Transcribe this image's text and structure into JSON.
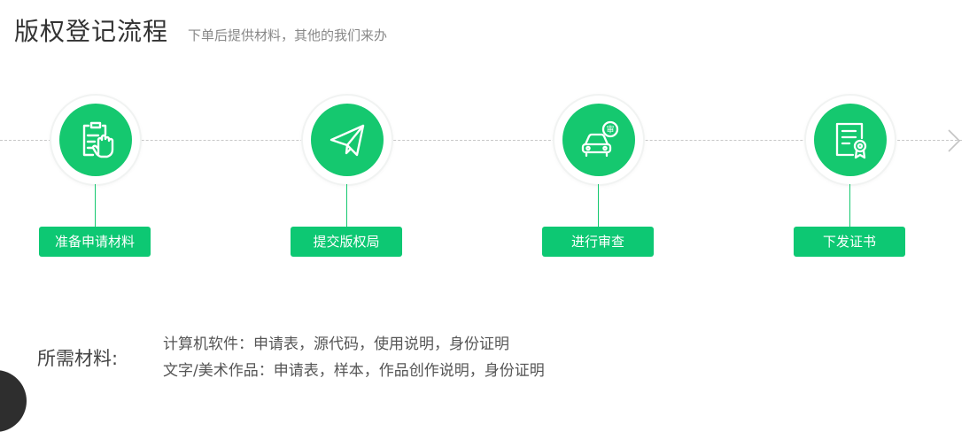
{
  "header": {
    "title": "版权登记流程",
    "subtitle": "下单后提供材料，其他的我们来办"
  },
  "steps": [
    {
      "label": "准备申请材料",
      "icon": "clipboard-hand-icon"
    },
    {
      "label": "提交版权局",
      "icon": "paper-plane-icon"
    },
    {
      "label": "进行审查",
      "icon": "car-review-icon",
      "badge": "审"
    },
    {
      "label": "下发证书",
      "icon": "certificate-icon"
    }
  ],
  "materials": {
    "label": "所需材料:",
    "lines": [
      "计算机软件：申请表，源代码，使用说明，身份证明",
      "文字/美术作品：申请表，样本，作品创作说明，身份证明"
    ]
  },
  "colors": {
    "accent": "#15c86f",
    "title": "#333333",
    "muted": "#888888"
  }
}
